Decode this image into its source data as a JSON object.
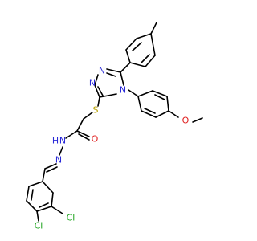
{
  "colors": {
    "background": "#ffffff",
    "carbon_bond": "#000000",
    "nitrogen": "#2a2ad8",
    "oxygen": "#e02020",
    "sulfur": "#b8a000",
    "chlorine": "#1aa31a"
  },
  "atoms": {
    "n_ring_top": "N",
    "n_ring_bottom": "N",
    "n_ring_substituted": "N",
    "s_thioether": "S",
    "o_methoxy": "O",
    "o_carbonyl": "O",
    "n_hydrazide_nh": "N",
    "h_hydrazide": "H",
    "n_imine": "N",
    "cl_upper": "Cl",
    "cl_lower": "Cl"
  }
}
